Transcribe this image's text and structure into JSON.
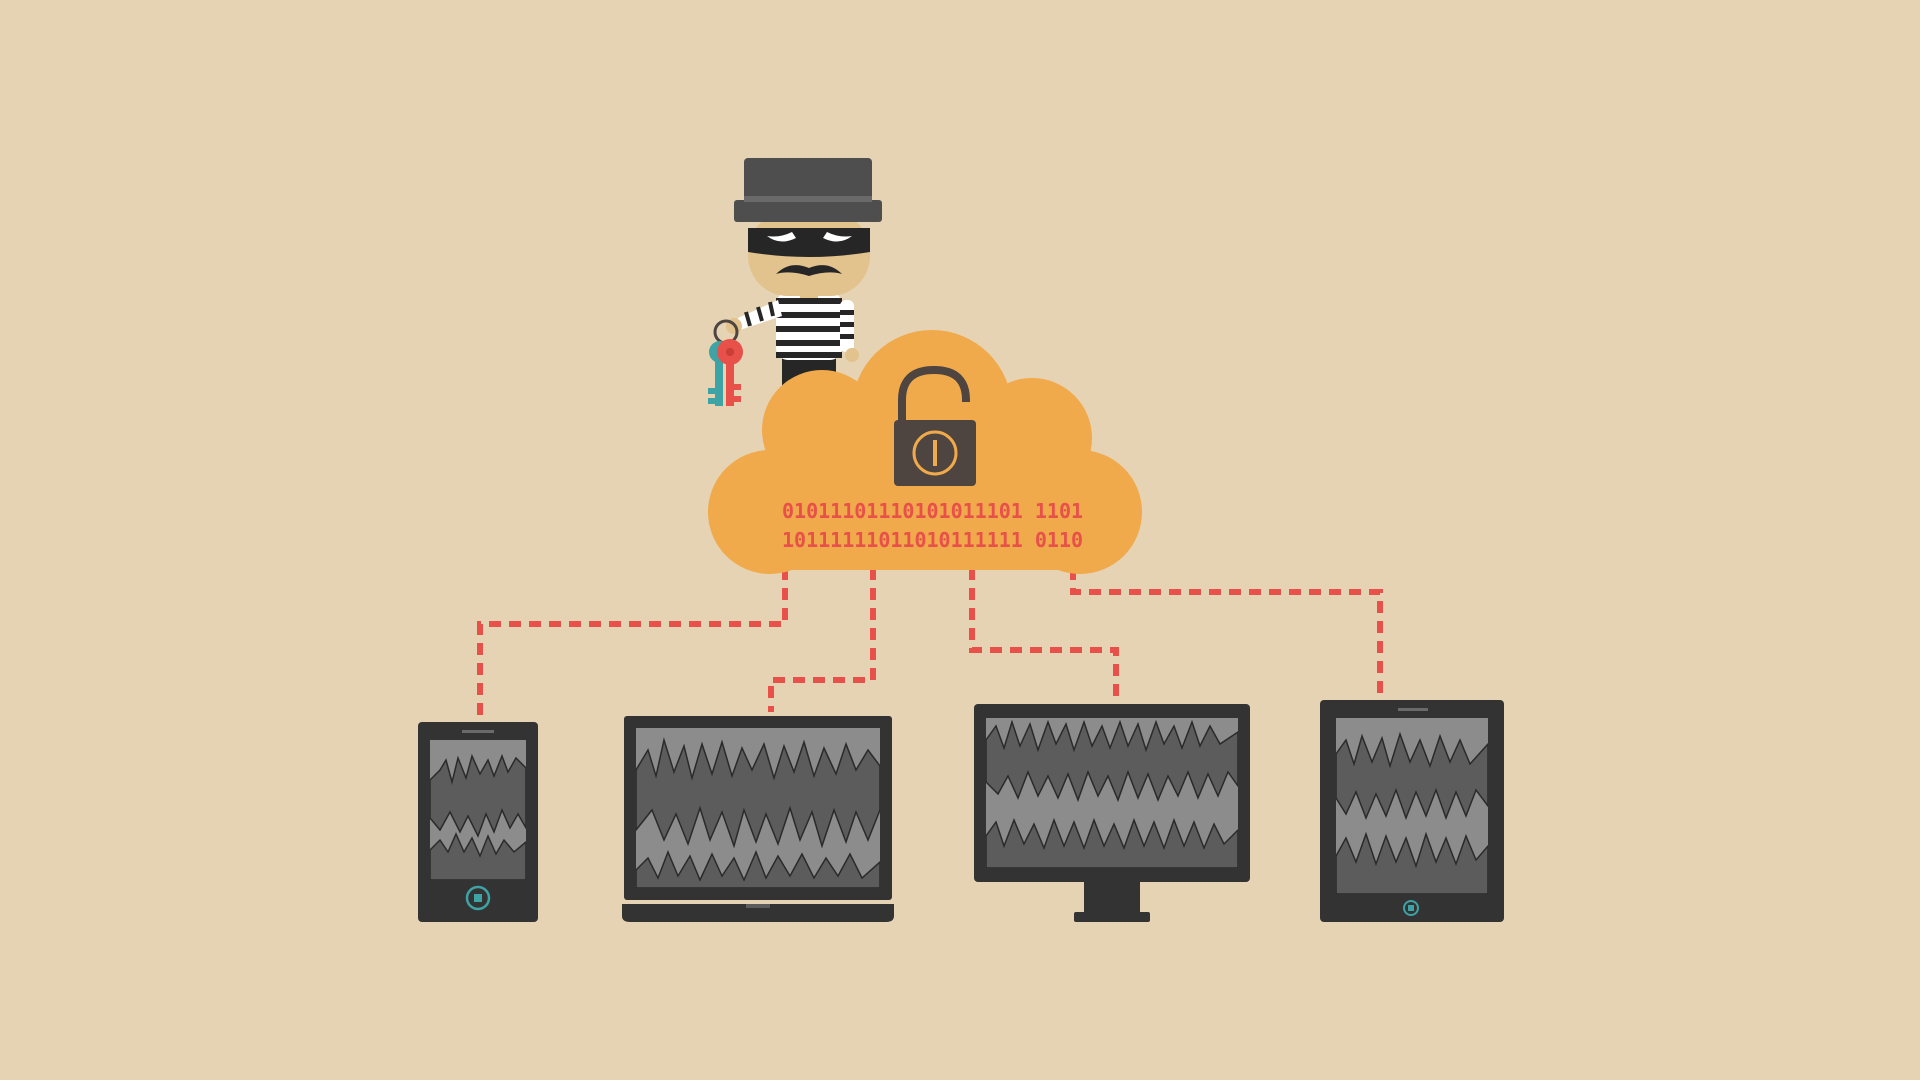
{
  "background_color": "#E6D3B3",
  "colors": {
    "cloud": "#F0A94B",
    "connector": "#E8504A",
    "device_frame": "#333333",
    "screen": "#8C8C8C",
    "padlock": "#4E4440",
    "key_red": "#E8504A",
    "key_teal": "#3DA3A5",
    "thief_mask": "#262626",
    "thief_skin": "#E2C28D"
  },
  "cloud": {
    "binary_lines": [
      "01011101110101011101 1101",
      "10111111011010111111 0110"
    ],
    "padlock_icon": "unlocked-padlock-icon"
  },
  "thief": {
    "icon": "burglar-icon",
    "keys_icon": "keys-icon"
  },
  "devices": [
    {
      "name": "smartphone",
      "icon": "smartphone-icon"
    },
    {
      "name": "laptop",
      "icon": "laptop-icon"
    },
    {
      "name": "desktop-monitor",
      "icon": "monitor-icon"
    },
    {
      "name": "tablet",
      "icon": "tablet-icon"
    }
  ]
}
